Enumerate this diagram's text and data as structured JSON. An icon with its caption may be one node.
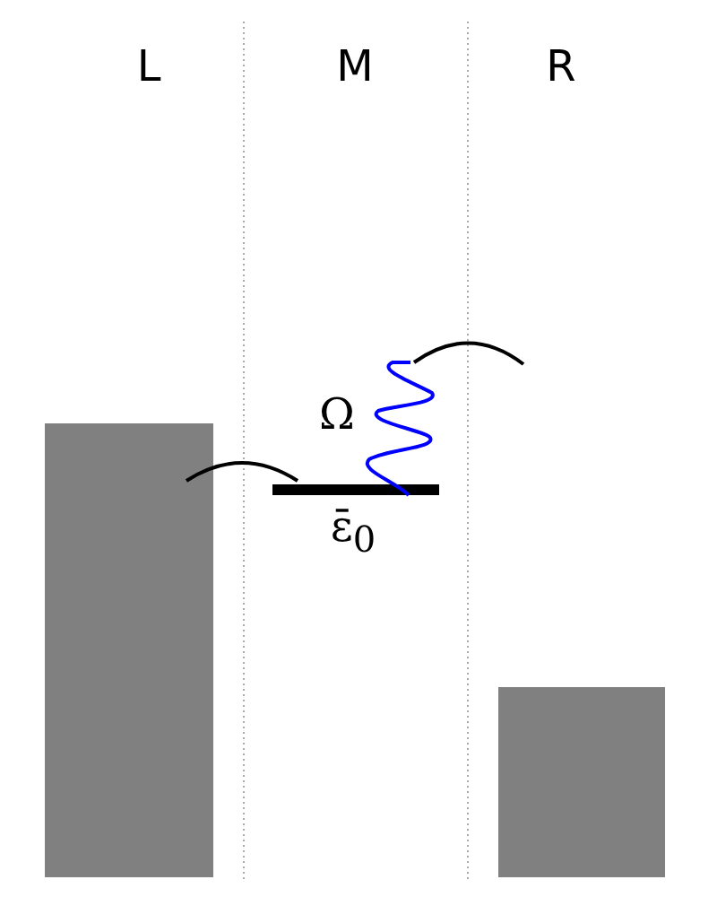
{
  "diagram": {
    "labels": [
      "L",
      "M",
      "R",
      "Ω",
      "ε̄$_{0}$"
    ]
  }
}
